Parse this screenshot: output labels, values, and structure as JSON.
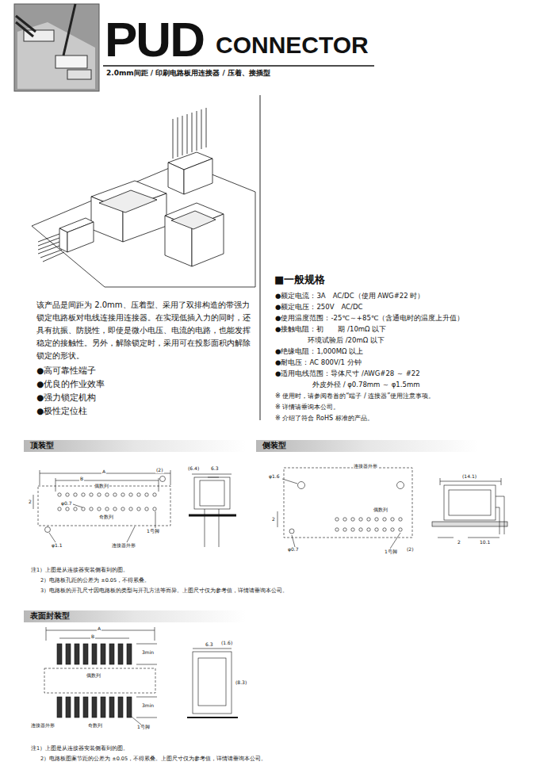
{
  "diagram": {
    "title": "PUD",
    "labels": [
      "CONNECTOR",
      "2.0mm间距 / 印刷电路板用连接器 / 压着、接插型",
      "该产品是间距为 2.0mm、压着型、采用了双排构造的带强力锁定电路板对电线连接用连接器。在实现低插入力的同时，还具有抗振、防脱性，即使是微小电压、电流的电路，也能发挥稳定的接触性。另外，解除锁定时，采用可在投影面积内解除锁定的形状。",
      "●高可靠性端子",
      "●优良的作业效率",
      "●强力锁定机构",
      "●极性定位柱",
      "■一般规格",
      "●额定电流：3A　AC/DC（使用 AWG#22 时）",
      "●额定电压：250V　AC/DC",
      "●使用温度范围：-25℃～+85℃（含通电时的温度上升值）",
      "●接触电阻：初　　期 /10mΩ 以下",
      "环境试验后 /20mΩ 以下",
      "●绝缘电阻：1,000MΩ 以上",
      "●耐电压：AC 800V/1 分钟",
      "●适用电线范围：导体尺寸 /AWG#28 ～ #22",
      "外皮外径 / φ0.78mm ～ φ1.5mm",
      "※ 使用时，请参阅卷首的“端子 / 连接器”使用注意事项。",
      "※ 详情请垂询本公司。",
      "※ 介绍了符合 RoHS 标准的产品。",
      "顶装型",
      "侧装型",
      "A",
      "B",
      "(2)",
      "偶数列",
      "φ0.7",
      "奇数列",
      "1号脚",
      "连接器外形",
      "φ1.1",
      "2",
      "(6.4)",
      "6.3",
      "连接器外形",
      "φ1.6",
      "偶数列",
      "φ0.7",
      "1号脚",
      "2",
      "(2)",
      "(14.1)",
      "2",
      "10.1",
      "注1）上图是从连接器安装侧看到的图。",
      "2）电路板孔距的公差为 ±0.05，不得累叠。",
      "3）电路板的开孔尺寸因电路板的类型与开孔方法等而异。上图尺寸仅为参考值，详情请垂询本公司。",
      "表面封装型",
      "A",
      "B",
      "3min",
      "偶数列",
      "奇数列",
      "连接器外形",
      "1号脚",
      "3min",
      "6.3",
      "(1.6)",
      "(8.3)",
      "注1）上图是从连接器安装侧看到的图。",
      "2）电路板图案节距的公差为 ±0.05，不得累叠。上图尺寸仅为参考值，详情请垂询本公司。"
    ]
  }
}
